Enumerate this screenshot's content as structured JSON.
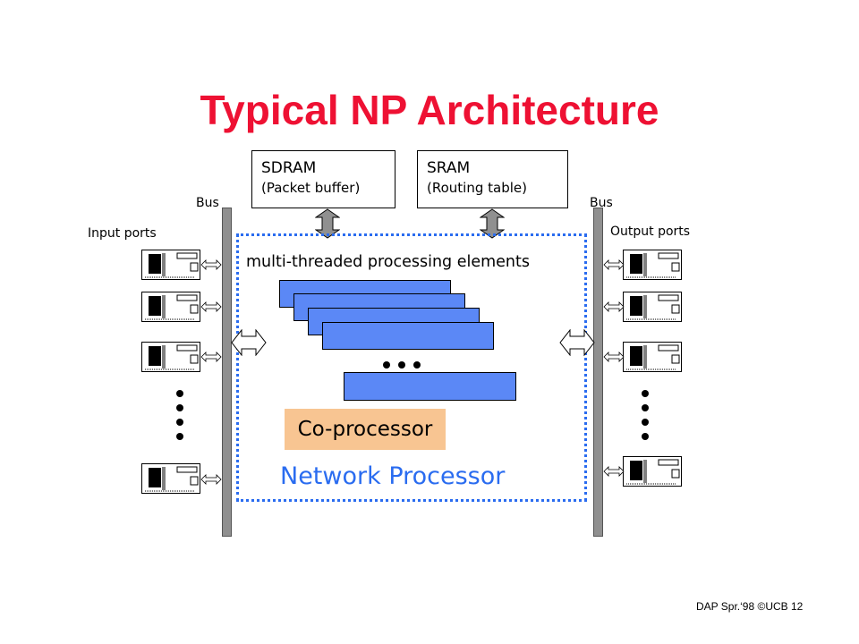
{
  "title": "Typical NP Architecture",
  "memory": [
    {
      "name": "SDRAM",
      "sub": "(Packet buffer)"
    },
    {
      "name": "SRAM",
      "sub": "(Routing table)"
    }
  ],
  "bus_left_label": "Bus",
  "bus_right_label": "Bus",
  "input_ports_label": "Input ports",
  "output_ports_label": "Output ports",
  "pe_label": "multi-threaded processing elements",
  "coprocessor_label": "Co-processor",
  "np_label": "Network Processor",
  "footer": "DAP Spr.‘98 ©UCB 12",
  "colors": {
    "title": "#ee1133",
    "network_processor": "#2a6cf0",
    "processing_element": "#5b88f6",
    "coprocessor": "#f8c592",
    "bus": "#909090"
  }
}
